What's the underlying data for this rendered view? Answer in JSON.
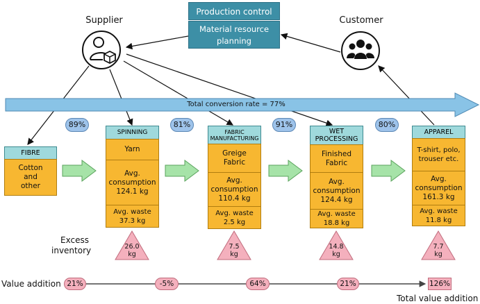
{
  "control": {
    "production": "Production control",
    "mrp_line1": "Material resource",
    "mrp_line2": "planning"
  },
  "supplier_label": "Supplier",
  "customer_label": "Customer",
  "conversion_rate": "Total conversion rate = 77%",
  "rates": [
    "89%",
    "81%",
    "91%",
    "80%"
  ],
  "fibre": {
    "title": "FIBRE",
    "product": [
      "Cotton",
      "and",
      "other"
    ]
  },
  "stages": [
    {
      "title": [
        "SPINNING"
      ],
      "product": [
        "Yarn"
      ],
      "consumption": [
        "Avg.",
        "consumption",
        "124.1 kg"
      ],
      "waste": [
        "Avg. waste",
        "37.3 kg"
      ],
      "inventory": [
        "26.0",
        "kg"
      ]
    },
    {
      "title": [
        "FABRIC",
        "MANUFACTURING"
      ],
      "product": [
        "Greige",
        "Fabric"
      ],
      "consumption": [
        "Avg.",
        "consumption",
        "110.4 kg"
      ],
      "waste": [
        "Avg. waste",
        "2.5 kg"
      ],
      "inventory": [
        "7.5",
        "kg"
      ]
    },
    {
      "title": [
        "WET",
        "PROCESSING"
      ],
      "product": [
        "Finished",
        "Fabric"
      ],
      "consumption": [
        "Avg.",
        "consumption",
        "124.4 kg"
      ],
      "waste": [
        "Avg. waste",
        "18.8 kg"
      ],
      "inventory": [
        "14.8",
        "kg"
      ]
    },
    {
      "title": [
        "APPAREL"
      ],
      "product": [
        "T-shirt, polo,",
        "trouser etc."
      ],
      "consumption": [
        "Avg.",
        "consumption",
        "161.3 kg"
      ],
      "waste": [
        "Avg. waste",
        "11.8 kg"
      ],
      "inventory": [
        "7.7",
        "kg"
      ]
    }
  ],
  "excess_inventory": [
    "Excess",
    "inventory"
  ],
  "value_addition_label": "Value addition",
  "value_additions": [
    "21%",
    "-5%",
    "64%",
    "21%",
    "126%"
  ],
  "total_value_label": "Total value addition"
}
